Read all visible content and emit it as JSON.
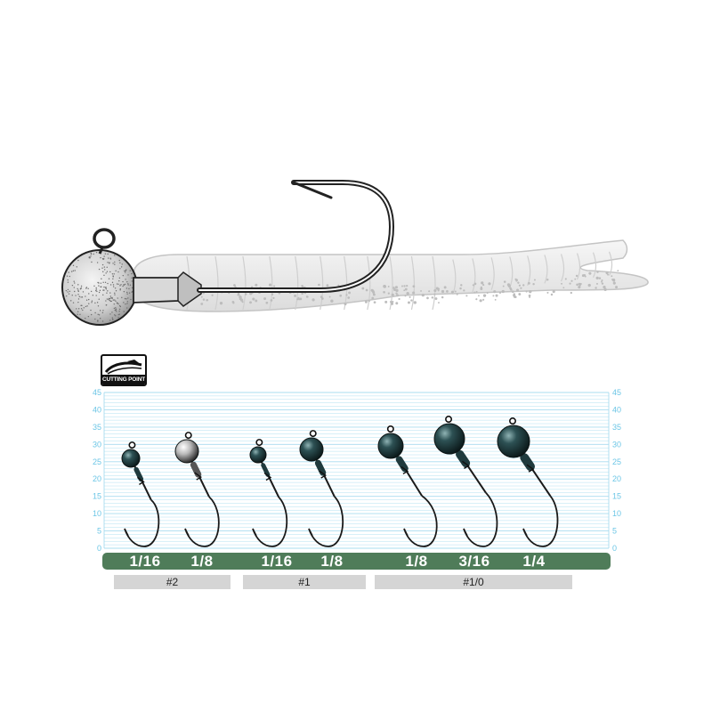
{
  "logo": {
    "text": "CUTTING POINT"
  },
  "scale": {
    "ticks": [
      "0",
      "5",
      "10",
      "15",
      "20",
      "25",
      "30",
      "35",
      "40",
      "45"
    ]
  },
  "weights": [
    "1/16",
    "1/8",
    "1/16",
    "1/8",
    "1/8",
    "3/16",
    "1/4"
  ],
  "hook_sizes": [
    "#2",
    "#1",
    "#1/0"
  ],
  "colors": {
    "weight_bar": "#4f7c59",
    "scale_lines": "#a8dcef",
    "scale_text": "#6cc6e6",
    "size_box": "#d5d5d5",
    "jig_head": "#1f3a3d"
  }
}
